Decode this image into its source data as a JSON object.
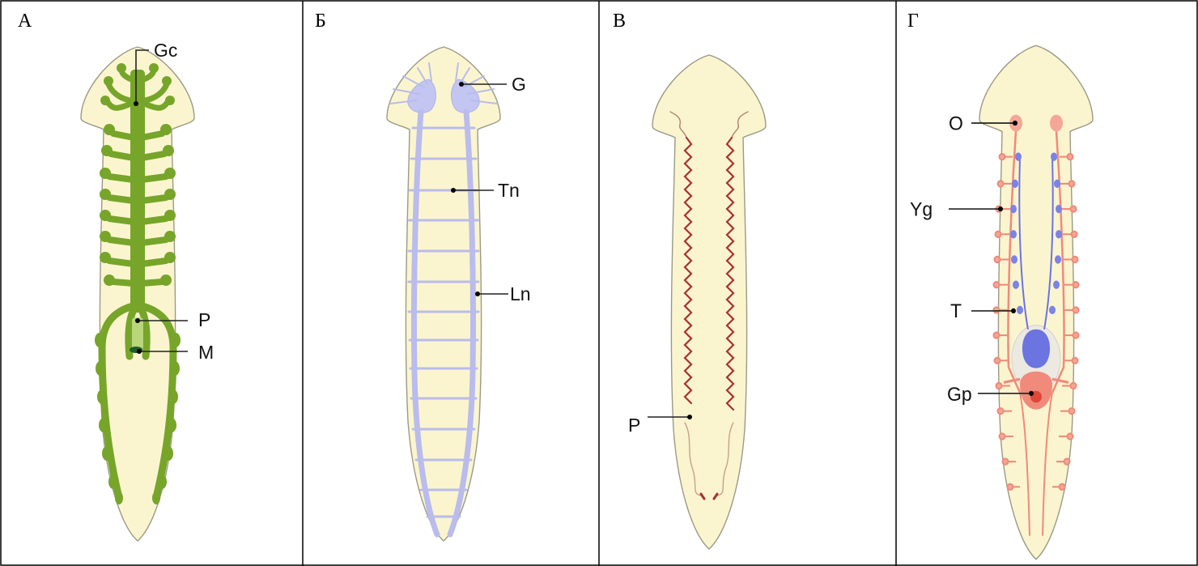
{
  "panels": [
    {
      "letter": "А",
      "labels": {
        "gc": "Gc",
        "p": "P",
        "m": "M"
      }
    },
    {
      "letter": "Б",
      "labels": {
        "g": "G",
        "tn": "Tn",
        "ln": "Ln"
      }
    },
    {
      "letter": "В",
      "labels": {
        "p": "P"
      }
    },
    {
      "letter": "Г",
      "labels": {
        "o": "O",
        "yg": "Yg",
        "t": "T",
        "gp": "Gp"
      }
    }
  ],
  "colors": {
    "body": "#fbf5cf",
    "digestive": "#76a52a",
    "nervous": "#b9bcec",
    "excretory": "#a83232",
    "reproductive_female": "#f08a7a",
    "reproductive_male": "#6b74e0"
  }
}
